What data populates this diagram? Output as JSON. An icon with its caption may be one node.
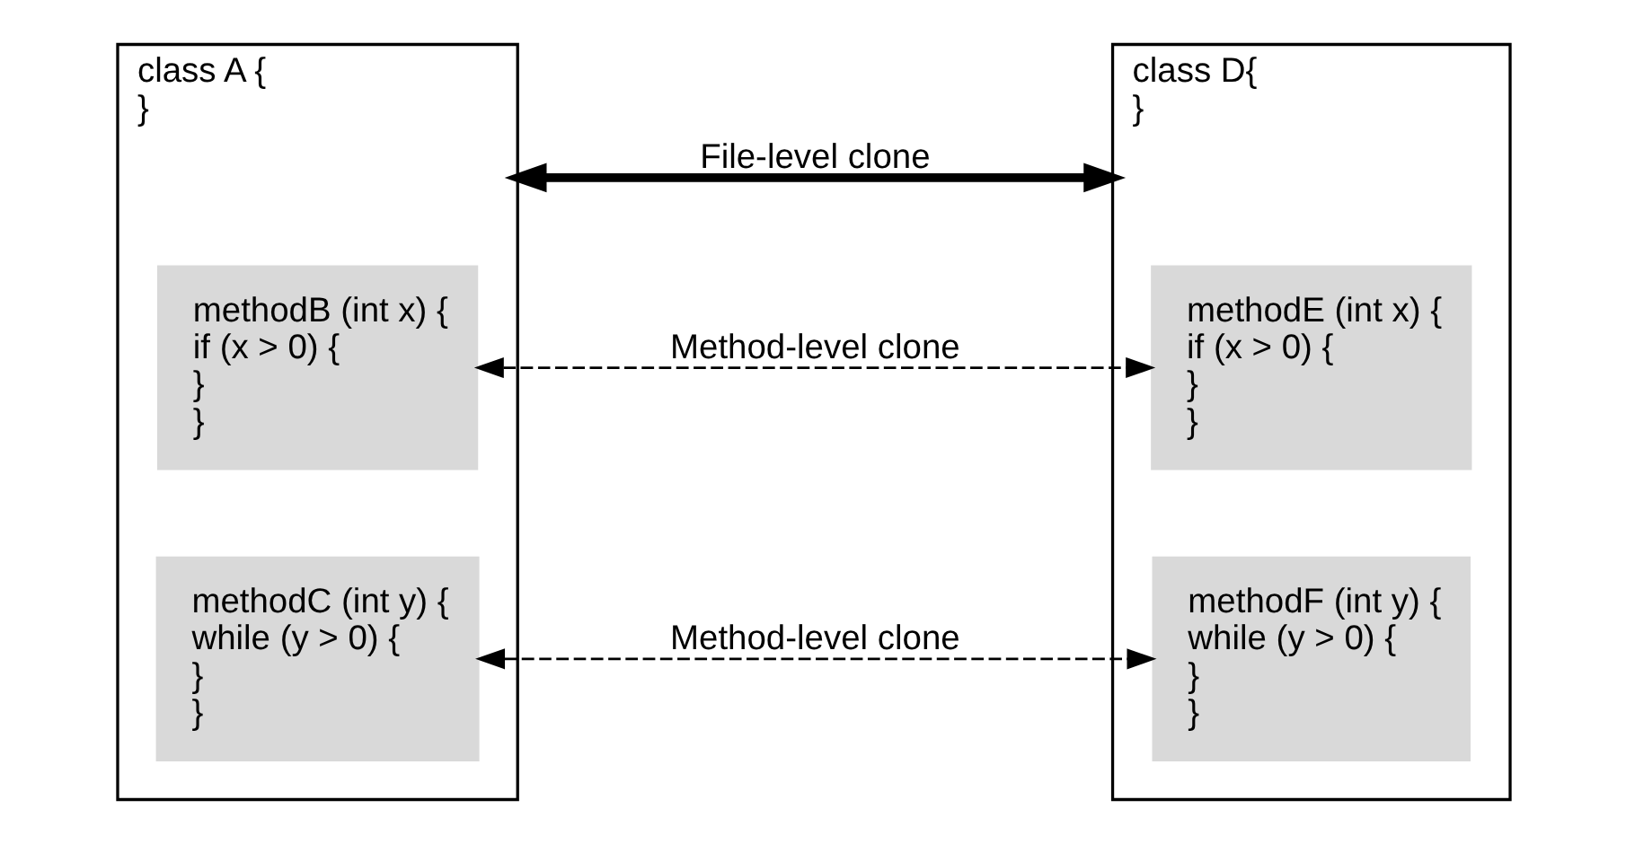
{
  "diagram": {
    "nodes": [
      {
        "text": [
          "class A {",
          "}"
        ]
      },
      {
        "text": [
          "methodB (int x) {",
          "if (x > 0) {",
          "}",
          "}"
        ],
        "in": 0
      },
      {
        "text": [
          "methodC (int y) {",
          "while (y > 0) {",
          "}",
          "}"
        ],
        "in": 0
      },
      {
        "text": [
          "class D{",
          "}"
        ]
      },
      {
        "text": [
          "methodE (int x) {",
          "if (x > 0) {",
          "}",
          "}"
        ],
        "in": 3
      },
      {
        "text": [
          "methodF (int y) {",
          "while (y > 0) {",
          "}",
          "}"
        ],
        "in": 3
      }
    ],
    "edges": [
      {
        "from": 0,
        "to": 3,
        "arrow": "both",
        "label": "File-level clone",
        "style": "thick"
      },
      {
        "from": 1,
        "to": 4,
        "arrow": "both",
        "label": "Method-level clone",
        "style": "dashed"
      },
      {
        "from": 2,
        "to": 5,
        "arrow": "both",
        "label": "Method-level clone",
        "style": "dashed"
      }
    ]
  }
}
